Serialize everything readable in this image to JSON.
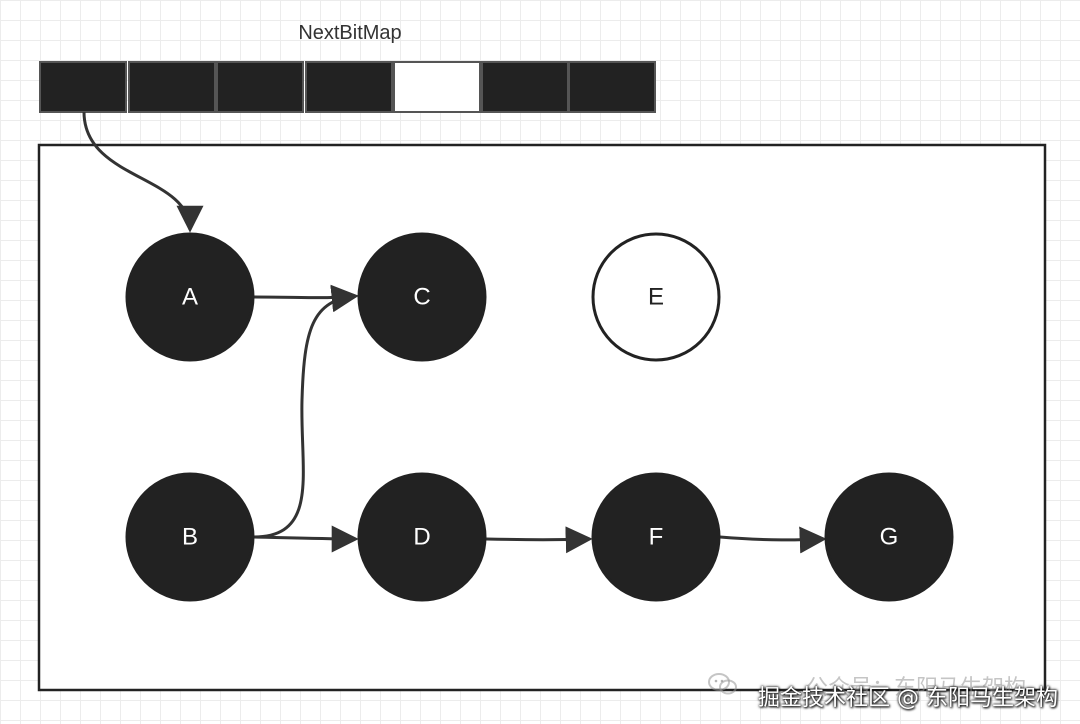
{
  "bitmap": {
    "title": "NextBitMap",
    "cells": [
      {
        "marked": true
      },
      {
        "marked": true
      },
      {
        "marked": true
      },
      {
        "marked": true
      },
      {
        "marked": false
      },
      {
        "marked": true
      },
      {
        "marked": true
      }
    ]
  },
  "nodes": [
    {
      "id": "A",
      "label": "A",
      "marked": true
    },
    {
      "id": "B",
      "label": "B",
      "marked": true
    },
    {
      "id": "C",
      "label": "C",
      "marked": true
    },
    {
      "id": "D",
      "label": "D",
      "marked": true
    },
    {
      "id": "E",
      "label": "E",
      "marked": false
    },
    {
      "id": "F",
      "label": "F",
      "marked": true
    },
    {
      "id": "G",
      "label": "G",
      "marked": true
    }
  ],
  "edges": [
    {
      "from": "bitmap-cell-0",
      "to": "A"
    },
    {
      "from": "A",
      "to": "C"
    },
    {
      "from": "B",
      "to": "C"
    },
    {
      "from": "B",
      "to": "D"
    },
    {
      "from": "D",
      "to": "F"
    },
    {
      "from": "F",
      "to": "G"
    }
  ],
  "colors": {
    "marked_fill": "#222222",
    "unmarked_fill": "#ffffff",
    "stroke": "#222222",
    "edge": "#333333"
  },
  "watermark": {
    "line1": "公众号：东阳马生架构",
    "line2": "掘金技术社区 @ 东阳马生架构",
    "icon": "wechat-icon"
  }
}
